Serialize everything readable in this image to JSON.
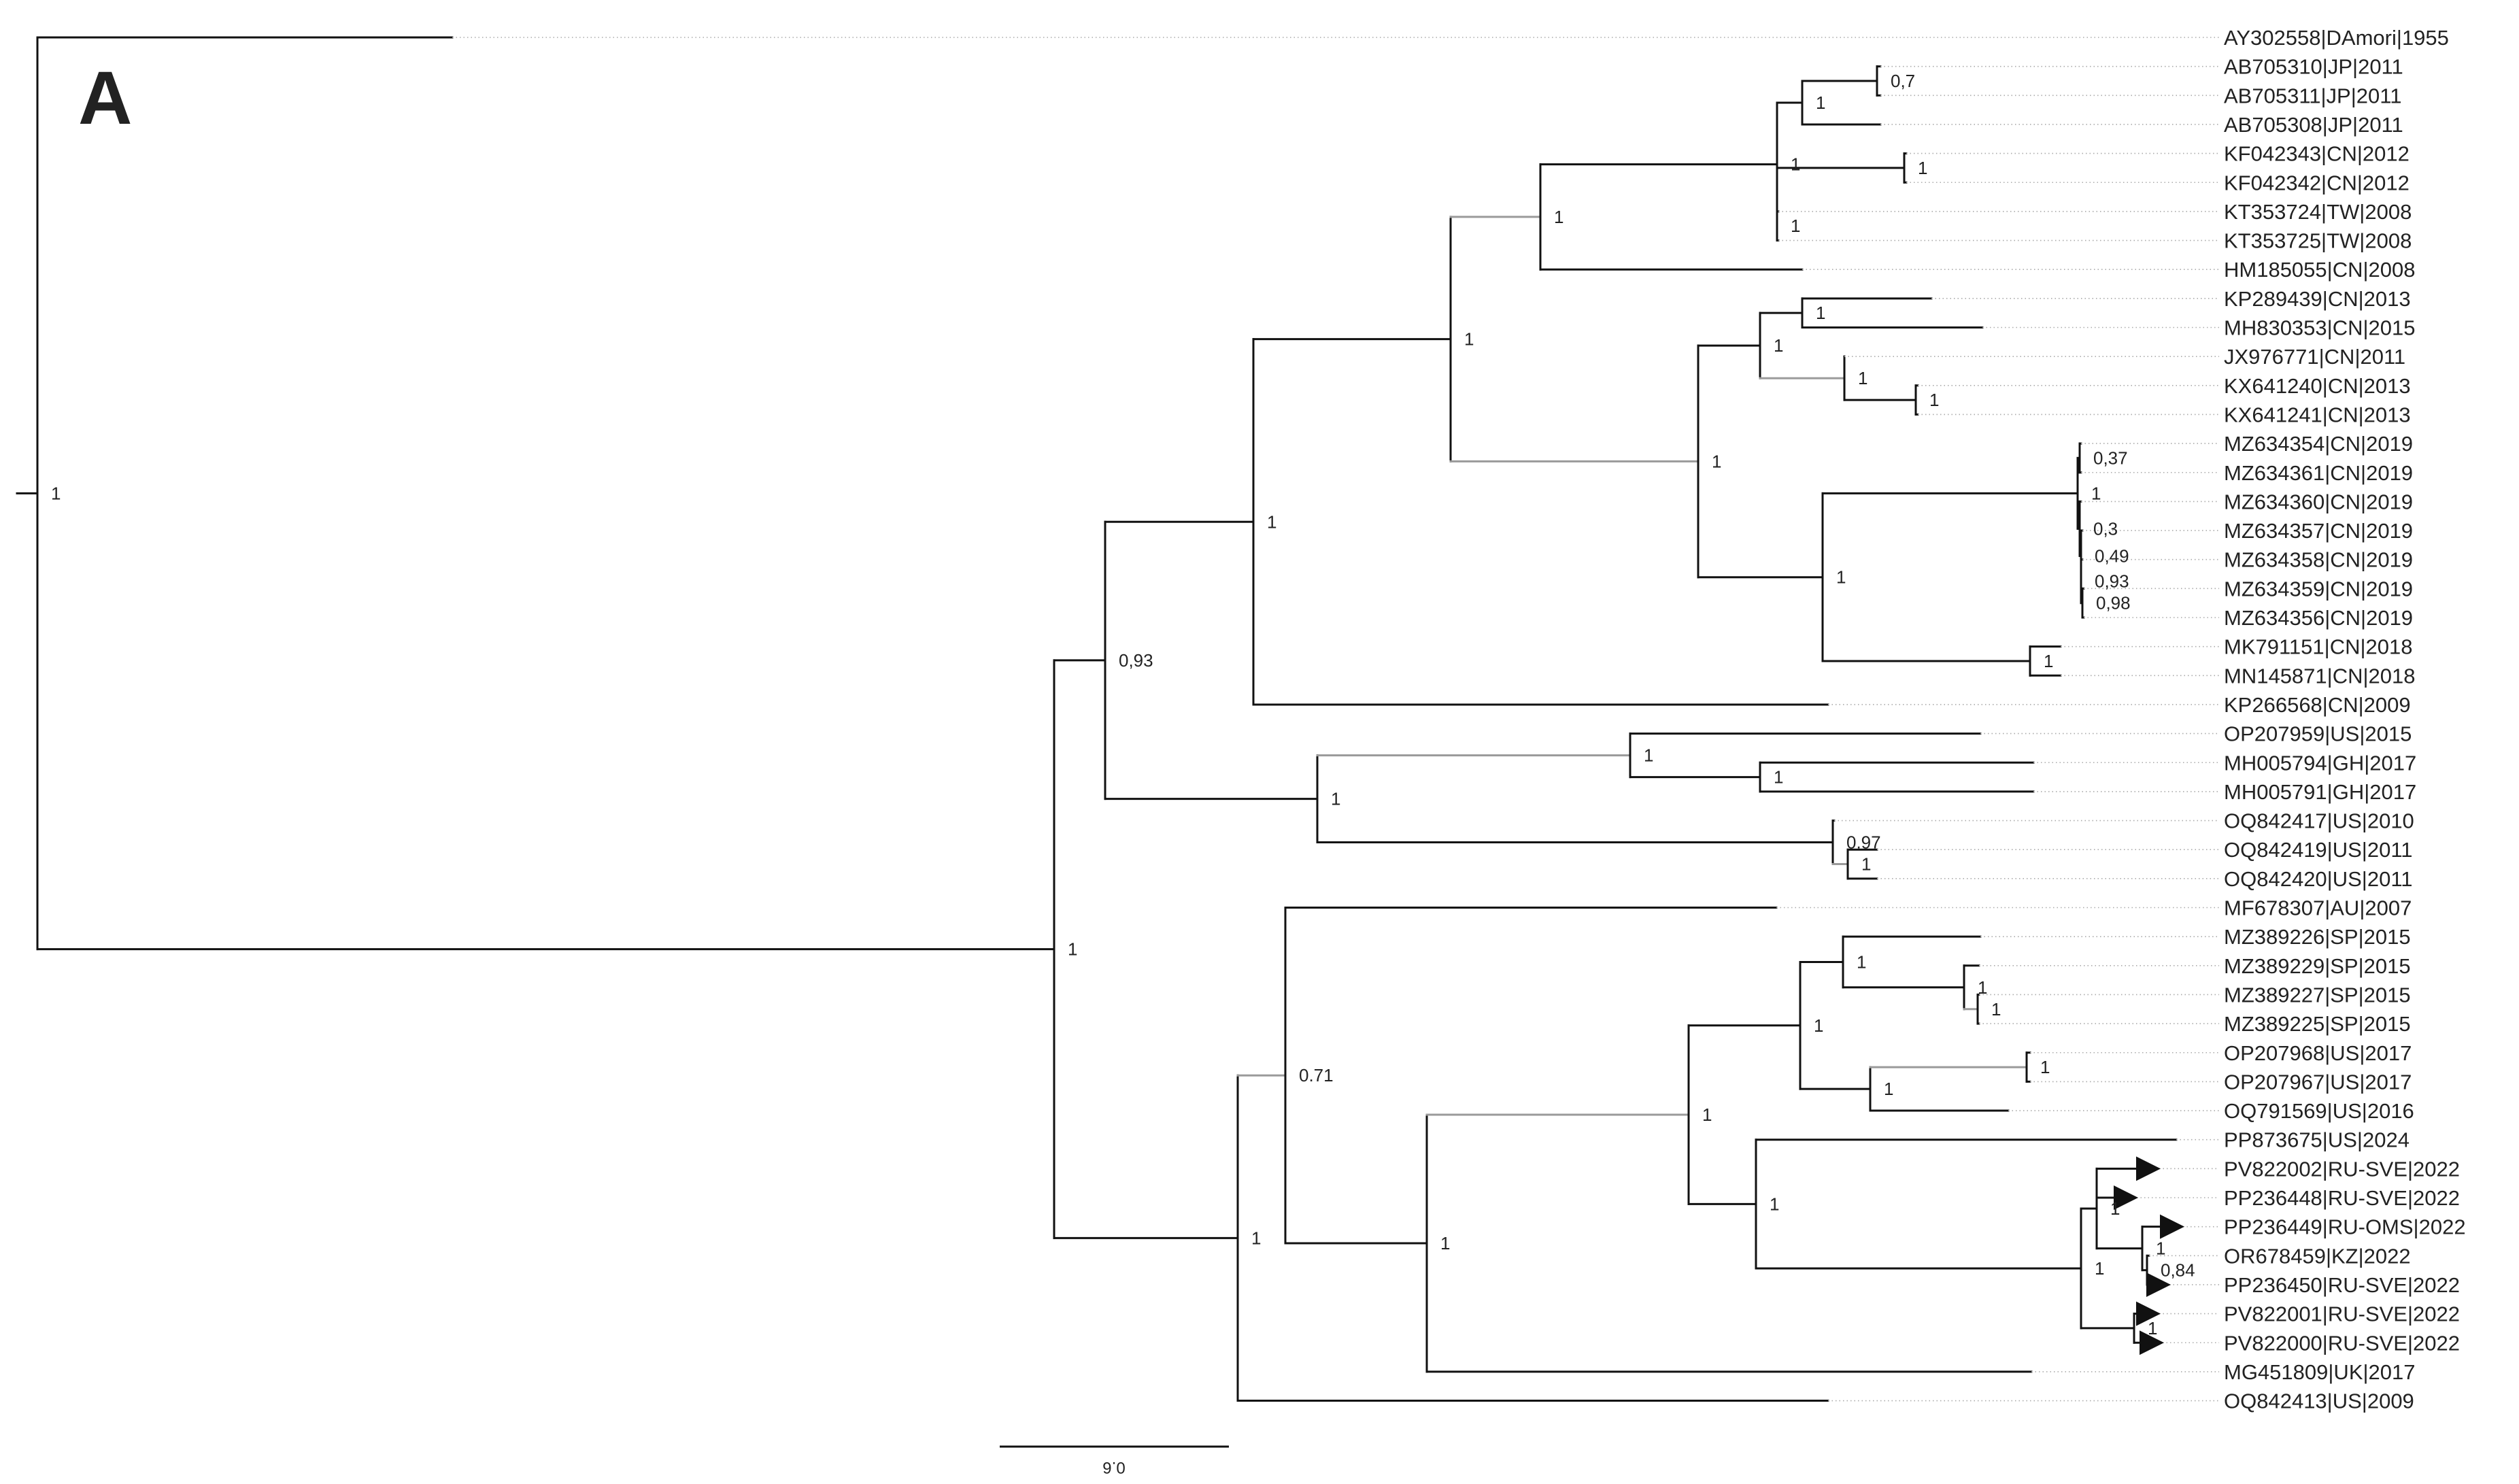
{
  "panel": "A",
  "scale_bar": {
    "label": "0.6"
  },
  "colors": {
    "branch": "#111111",
    "branch_grey": "#9a9a9a",
    "leader": "#aaaaaa",
    "text": "#222222"
  },
  "tree": {
    "id": "root",
    "support": "1",
    "children": [
      {
        "id": "AY302558",
        "name": "AY302558|DAmori|1955"
      },
      {
        "id": "n_main",
        "support": "1",
        "children": [
          {
            "id": "n_a",
            "support": "0,93",
            "children": [
              {
                "id": "n_a1",
                "support": "1",
                "children": [
                  {
                    "id": "n_a1a",
                    "support": "1",
                    "children": [
                      {
                        "id": "n_jp",
                        "support": "1",
                        "grey": true,
                        "children": [
                          {
                            "id": "n_jpcn",
                            "support": "1",
                            "children": [
                              {
                                "id": "n_jp2",
                                "support": "1",
                                "children": [
                                  {
                                    "id": "n_jp3",
                                    "support": "0,7",
                                    "children": [
                                      {
                                        "id": "AB705310",
                                        "name": "AB705310|JP|2011"
                                      },
                                      {
                                        "id": "AB705311",
                                        "name": "AB705311|JP|2011"
                                      }
                                    ]
                                  },
                                  {
                                    "id": "AB705308",
                                    "name": "AB705308|JP|2011"
                                  }
                                ]
                              },
                              {
                                "id": "n_kf",
                                "support": "1",
                                "children": [
                                  {
                                    "id": "KF042343",
                                    "name": "KF042343|CN|2012"
                                  },
                                  {
                                    "id": "KF042342",
                                    "name": "KF042342|CN|2012"
                                  }
                                ]
                              },
                              {
                                "id": "n_kt",
                                "support": "1",
                                "children": [
                                  {
                                    "id": "KT353724",
                                    "name": "KT353724|TW|2008"
                                  },
                                  {
                                    "id": "KT353725",
                                    "name": "KT353725|TW|2008"
                                  }
                                ]
                              }
                            ]
                          },
                          {
                            "id": "HM185055",
                            "name": "HM185055|CN|2008"
                          }
                        ]
                      },
                      {
                        "id": "n_cn",
                        "support": "1",
                        "grey": true,
                        "children": [
                          {
                            "id": "n_cn1",
                            "support": "1",
                            "children": [
                              {
                                "id": "n_kp",
                                "support": "1",
                                "children": [
                                  {
                                    "id": "KP289439",
                                    "name": "KP289439|CN|2013"
                                  },
                                  {
                                    "id": "MH830353",
                                    "name": "MH830353|CN|2015"
                                  }
                                ]
                              },
                              {
                                "id": "n_jx",
                                "support": "1",
                                "grey": true,
                                "children": [
                                  {
                                    "id": "JX976771",
                                    "name": "JX976771|CN|2011"
                                  },
                                  {
                                    "id": "n_kx",
                                    "support": "1",
                                    "children": [
                                      {
                                        "id": "KX641240",
                                        "name": "KX641240|CN|2013"
                                      },
                                      {
                                        "id": "KX641241",
                                        "name": "KX641241|CN|2013"
                                      }
                                    ]
                                  }
                                ]
                              }
                            ]
                          },
                          {
                            "id": "n_mz",
                            "support": "1",
                            "children": [
                              {
                                "id": "n_mz1",
                                "support": "1",
                                "children": [
                                  {
                                    "id": "n_mz2",
                                    "support": "0,37",
                                    "children": [
                                      {
                                        "id": "MZ634354",
                                        "name": "MZ634354|CN|2019"
                                      },
                                      {
                                        "id": "MZ634361",
                                        "name": "MZ634361|CN|2019"
                                      }
                                    ]
                                  },
                                  {
                                    "id": "n_mz3",
                                    "support": "0,3",
                                    "children": [
                                      {
                                        "id": "MZ634360",
                                        "name": "MZ634360|CN|2019"
                                      },
                                      {
                                        "id": "n_mz4",
                                        "support": "0,49",
                                        "children": [
                                          {
                                            "id": "MZ634357",
                                            "name": "MZ634357|CN|2019"
                                          },
                                          {
                                            "id": "n_mz5",
                                            "support": "0,93",
                                            "children": [
                                              {
                                                "id": "MZ634358",
                                                "name": "MZ634358|CN|2019"
                                              },
                                              {
                                                "id": "n_mz6",
                                                "support": "0,98",
                                                "children": [
                                                  {
                                                    "id": "MZ634359",
                                                    "name": "MZ634359|CN|2019"
                                                  },
                                                  {
                                                    "id": "MZ634356",
                                                    "name": "MZ634356|CN|2019"
                                                  }
                                                ]
                                              }
                                            ]
                                          }
                                        ]
                                      }
                                    ]
                                  }
                                ]
                              },
                              {
                                "id": "n_mk",
                                "support": "1",
                                "children": [
                                  {
                                    "id": "MK791151",
                                    "name": "MK791151|CN|2018"
                                  },
                                  {
                                    "id": "MN145871",
                                    "name": "MN145871|CN|2018"
                                  }
                                ]
                              }
                            ]
                          }
                        ]
                      }
                    ]
                  },
                  {
                    "id": "KP266568",
                    "name": "KP266568|CN|2009"
                  }
                ]
              },
              {
                "id": "n_a2",
                "support": "1",
                "children": [
                  {
                    "id": "n_op",
                    "support": "1",
                    "grey": true,
                    "children": [
                      {
                        "id": "OP207959",
                        "name": "OP207959|US|2015"
                      },
                      {
                        "id": "n_mh",
                        "support": "1",
                        "children": [
                          {
                            "id": "MH005794",
                            "name": "MH005794|GH|2017"
                          },
                          {
                            "id": "MH005791",
                            "name": "MH005791|GH|2017"
                          }
                        ]
                      }
                    ]
                  },
                  {
                    "id": "n_oq",
                    "support": "0.97",
                    "children": [
                      {
                        "id": "OQ842417",
                        "name": "OQ842417|US|2010"
                      },
                      {
                        "id": "n_oq2",
                        "support": "1",
                        "grey": true,
                        "children": [
                          {
                            "id": "OQ842419",
                            "name": "OQ842419|US|2011"
                          },
                          {
                            "id": "OQ842420",
                            "name": "OQ842420|US|2011"
                          }
                        ]
                      }
                    ]
                  }
                ]
              }
            ]
          },
          {
            "id": "n_b",
            "support": "1",
            "children": [
              {
                "id": "n_b1",
                "support": "0.71",
                "grey": true,
                "children": [
                  {
                    "id": "MF678307",
                    "name": "MF678307|AU|2007"
                  },
                  {
                    "id": "n_b2",
                    "support": "1",
                    "children": [
                      {
                        "id": "n_b3",
                        "support": "1",
                        "grey": true,
                        "children": [
                          {
                            "id": "n_b4",
                            "support": "1",
                            "children": [
                              {
                                "id": "n_sp",
                                "support": "1",
                                "children": [
                                  {
                                    "id": "MZ389226",
                                    "name": "MZ389226|SP|2015"
                                  },
                                  {
                                    "id": "n_sp2",
                                    "support": "1",
                                    "children": [
                                      {
                                        "id": "MZ389229",
                                        "name": "MZ389229|SP|2015"
                                      },
                                      {
                                        "id": "n_sp3",
                                        "support": "1",
                                        "grey": true,
                                        "children": [
                                          {
                                            "id": "MZ389227",
                                            "name": "MZ389227|SP|2015"
                                          },
                                          {
                                            "id": "MZ389225",
                                            "name": "MZ389225|SP|2015"
                                          }
                                        ]
                                      }
                                    ]
                                  }
                                ]
                              },
                              {
                                "id": "n_us",
                                "support": "1",
                                "children": [
                                  {
                                    "id": "n_us2",
                                    "support": "1",
                                    "grey": true,
                                    "children": [
                                      {
                                        "id": "OP207968",
                                        "name": "OP207968|US|2017"
                                      },
                                      {
                                        "id": "OP207967",
                                        "name": "OP207967|US|2017"
                                      }
                                    ]
                                  },
                                  {
                                    "id": "OQ791569",
                                    "name": "OQ791569|US|2016"
                                  }
                                ]
                              }
                            ]
                          },
                          {
                            "id": "n_ru",
                            "support": "1",
                            "children": [
                              {
                                "id": "PP873675",
                                "name": "PP873675|US|2024"
                              },
                              {
                                "id": "n_ru1",
                                "support": "1",
                                "children": [
                                  {
                                    "id": "n_ru2",
                                    "support": "1",
                                    "children": [
                                      {
                                        "id": "PV822002",
                                        "name": "PV822002|RU-SVE|2022",
                                        "collapsed": true
                                      },
                                      {
                                        "id": "PP236448",
                                        "name": "PP236448|RU-SVE|2022",
                                        "collapsed": true
                                      },
                                      {
                                        "id": "n_ru3",
                                        "support": "1",
                                        "children": [
                                          {
                                            "id": "PP236449",
                                            "name": "PP236449|RU-OMS|2022",
                                            "collapsed": true
                                          },
                                          {
                                            "id": "n_ru4",
                                            "support": "0,84",
                                            "children": [
                                              {
                                                "id": "OR678459",
                                                "name": "OR678459|KZ|2022"
                                              },
                                              {
                                                "id": "PP236450",
                                                "name": "PP236450|RU-SVE|2022",
                                                "collapsed": true
                                              }
                                            ]
                                          }
                                        ]
                                      }
                                    ]
                                  },
                                  {
                                    "id": "n_ru5",
                                    "support": "1",
                                    "children": [
                                      {
                                        "id": "PV822001",
                                        "name": "PV822001|RU-SVE|2022",
                                        "collapsed": true
                                      },
                                      {
                                        "id": "PV822000",
                                        "name": "PV822000|RU-SVE|2022",
                                        "collapsed": true
                                      }
                                    ]
                                  }
                                ]
                              }
                            ]
                          }
                        ]
                      },
                      {
                        "id": "MG451809",
                        "name": "MG451809|UK|2017"
                      }
                    ]
                  }
                ]
              },
              {
                "id": "OQ842413",
                "name": "OQ842413|US|2009"
              }
            ]
          }
        ]
      }
    ]
  }
}
